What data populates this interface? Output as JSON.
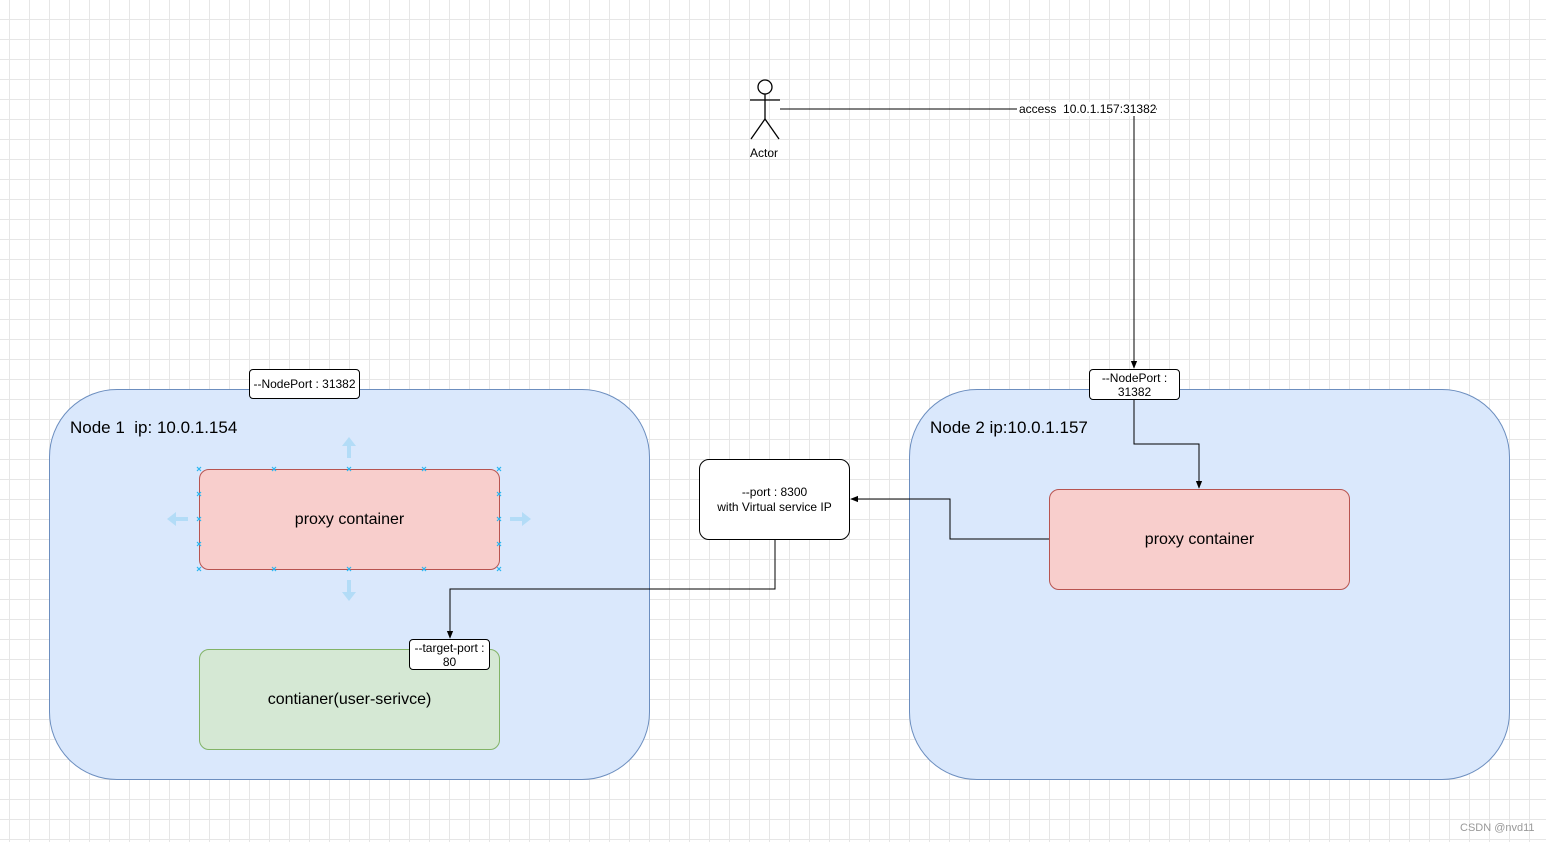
{
  "actor": {
    "label": "Actor"
  },
  "connector": {
    "access_label": "access  10.0.1.157:31382"
  },
  "node1": {
    "title": "Node 1  ip: 10.0.1.154",
    "nodeport_label": "--NodePort : 31382",
    "proxy_label": "proxy container",
    "service_label": "contianer(user-serivce)",
    "target_port_line1": "--target-port :",
    "target_port_line2": "80"
  },
  "node2": {
    "title": "Node 2 ip:10.0.1.157",
    "nodeport_line1": "--NodePort :",
    "nodeport_line2": "31382",
    "proxy_label": "proxy container"
  },
  "service_port": {
    "line1": "--port : 8300",
    "line2": "with Virtual service IP"
  },
  "colors": {
    "node_fill": "#dae8fc",
    "node_stroke": "#6c8ebf",
    "proxy_fill": "#f8cecc",
    "proxy_stroke": "#b85450",
    "service_fill": "#d5e8d4",
    "service_stroke": "#82b366",
    "selection_handle": "#29b6f2"
  },
  "watermark": "CSDN @nvd11"
}
